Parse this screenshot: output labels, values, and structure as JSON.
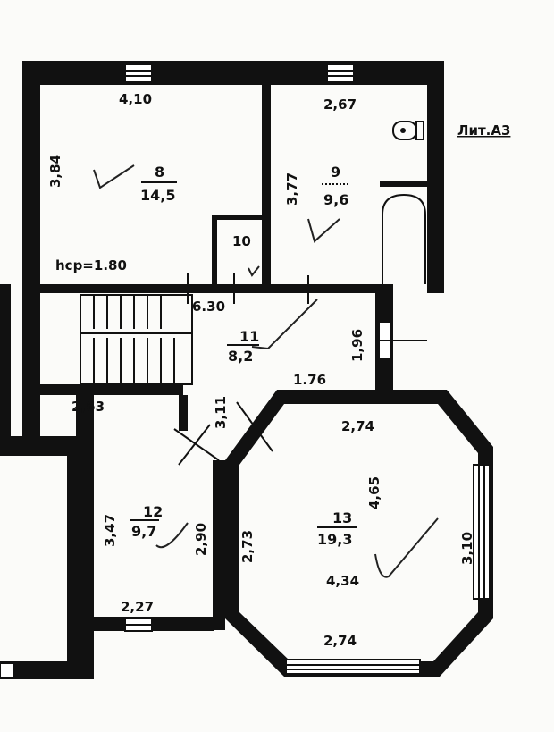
{
  "plan": {
    "title_label": "Лит.А3",
    "height_note": "hср=1.80",
    "rooms": [
      {
        "number": "8",
        "area": "14,5"
      },
      {
        "number": "9",
        "area": "9,6"
      },
      {
        "number": "10"
      },
      {
        "number": "11",
        "area": "8,2"
      },
      {
        "number": "12",
        "area": "9,7"
      },
      {
        "number": "13",
        "area": "19,3"
      }
    ],
    "dimensions": {
      "r8_top": "4,10",
      "r8_left": "3,84",
      "r9_top": "2,67",
      "r9_left": "3,77",
      "corridor_len": "6.30",
      "corridor_right": "1,96",
      "corridor_bottom": "1.76",
      "r12_top": "2,63",
      "diag": "3,11",
      "r12_left": "3,47",
      "r12_right": "2,90",
      "r12_bottom": "2,27",
      "r13_top": "2,74",
      "r13_left": "2,73",
      "r13_diag": "4,65",
      "r13_right": "3,10",
      "r13_mid": "4,34",
      "r13_bottom": "2,74"
    }
  }
}
